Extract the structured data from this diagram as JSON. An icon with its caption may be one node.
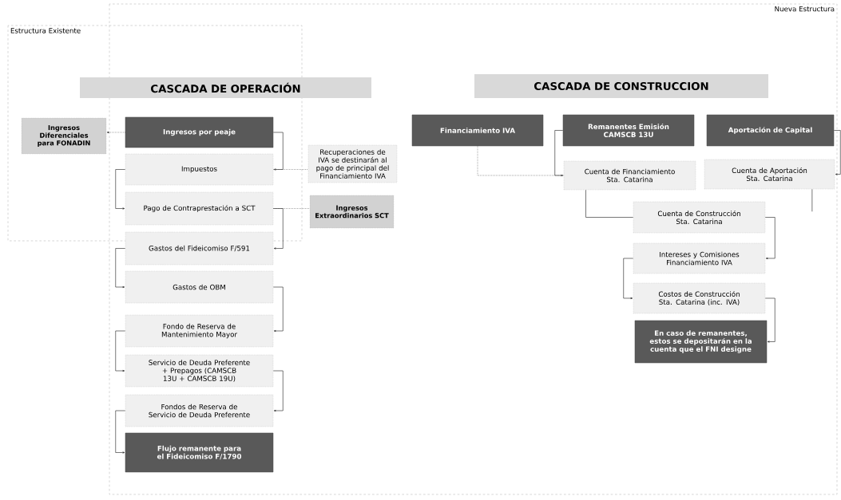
{
  "diagram": {
    "nodes": [
      {
        "text": [
          "CASCADA DE OPERACIÓN"
        ]
      },
      {
        "text": [
          "Ingresos Diferenciales para FONADIN"
        ]
      },
      {
        "text": [
          "Ingresos por peaje"
        ]
      },
      {
        "text": [
          "Impuestos"
        ]
      },
      {
        "text": [
          "Pago de Contraprestación a SCT"
        ]
      },
      {
        "text": [
          "Gastos del Fideicomiso F/591"
        ]
      },
      {
        "text": [
          "Gastos de OBM"
        ]
      },
      {
        "text": [
          "Fondo de Reserva de Mantenimiento Mayor"
        ]
      },
      {
        "text": [
          "Servicio de Deuda Preferente + Prepagos (CAMSCB 13U + CAMSCB 19U)"
        ]
      },
      {
        "text": [
          "Fondos de Reserva de Servicio de Deuda Preferente"
        ]
      },
      {
        "text": [
          "Flujo remanente para el Fideicomiso F/1790"
        ]
      },
      {
        "text": [
          "Recuperaciones de IVA se destinarán al pago de principal del Financiamiento IVA"
        ]
      },
      {
        "text": [
          "Ingresos Extraordinarios SCT"
        ]
      },
      {
        "text": [
          "CASCADA DE CONSTRUCCION"
        ]
      },
      {
        "text": [
          "Financiamiento IVA"
        ]
      },
      {
        "text": [
          "Remanentes Emisión CAMSCB 13U"
        ]
      },
      {
        "text": [
          "Aportación de Capital"
        ]
      },
      {
        "text": [
          "Cuenta de Financiamiento Sta. Catarina"
        ]
      },
      {
        "text": [
          "Cuenta de Aportación Sta. Catarina"
        ]
      },
      {
        "text": [
          "Cuenta de Construcción Sta. Catarina"
        ]
      },
      {
        "text": [
          "Intereses y Comisiones Financiamiento IVA"
        ]
      },
      {
        "text": [
          "Costos de Construcción Sta. Catarina (inc. IVA)"
        ]
      },
      {
        "text": [
          "En caso de remanentes, estos se depositarán en la cuenta que el FNI designe"
        ]
      }
    ],
    "edges": [
      {
        "from": 2,
        "to": 3,
        "arrow": "to"
      },
      {
        "from": 2,
        "to": 1,
        "arrow": "to",
        "style": "dashed"
      },
      {
        "from": 3,
        "to": 11,
        "arrow": "none",
        "style": "dashed"
      },
      {
        "from": 3,
        "to": 4,
        "arrow": "to"
      },
      {
        "from": 4,
        "to": 5,
        "arrow": "to"
      },
      {
        "from": 4,
        "to": 12,
        "arrow": "none",
        "style": "dashed"
      },
      {
        "from": 5,
        "to": 6,
        "arrow": "to"
      },
      {
        "from": 6,
        "to": 7,
        "arrow": "to"
      },
      {
        "from": 7,
        "to": 8,
        "arrow": "to"
      },
      {
        "from": 8,
        "to": 9,
        "arrow": "to"
      },
      {
        "from": 9,
        "to": 10,
        "arrow": "to"
      },
      {
        "from": 14,
        "to": 17,
        "arrow": "none",
        "style": "dashed"
      },
      {
        "from": 15,
        "to": 17,
        "arrow": "to"
      },
      {
        "from": 16,
        "to": 18,
        "arrow": "to"
      },
      {
        "from": 17,
        "to": 19,
        "arrow": "none"
      },
      {
        "from": 18,
        "to": null,
        "arrow": "none"
      },
      {
        "from": 19,
        "to": 20,
        "arrow": "to"
      },
      {
        "from": 20,
        "to": 21,
        "arrow": "to"
      },
      {
        "from": 21,
        "to": 22,
        "arrow": "to"
      }
    ],
    "labels": [
      "Nueva Estructura",
      "Estructura Existente"
    ]
  }
}
